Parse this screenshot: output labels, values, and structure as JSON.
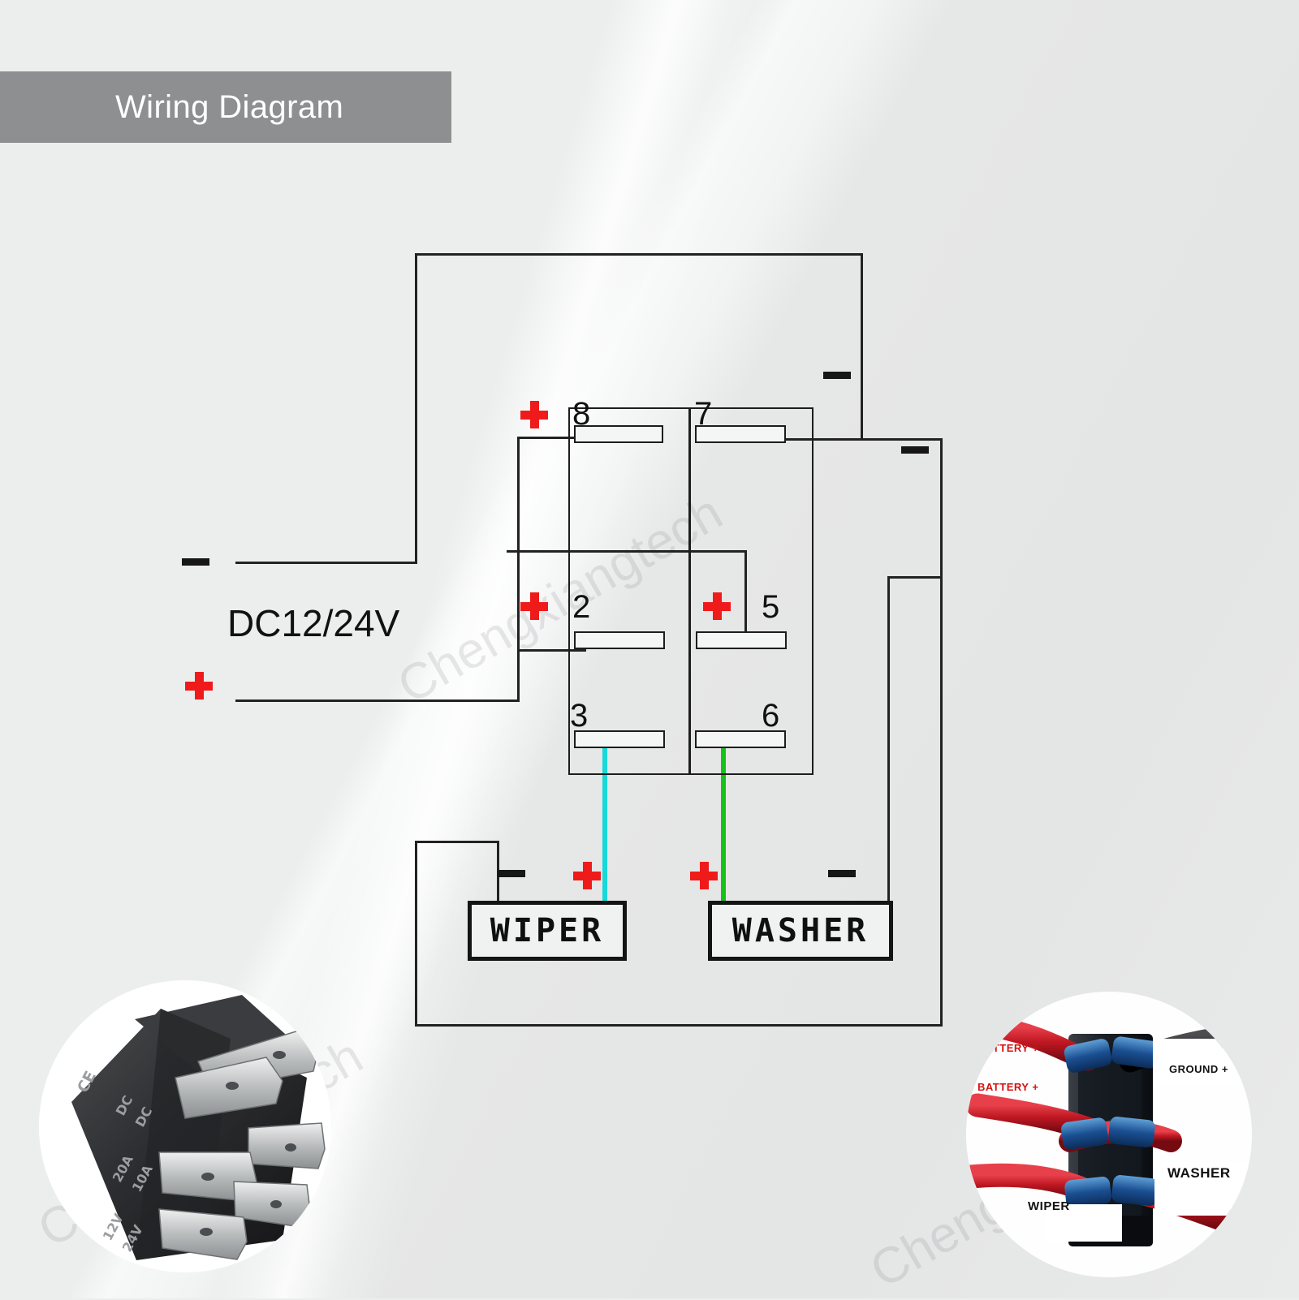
{
  "banner": {
    "title": "Wiring Diagram"
  },
  "watermarks": {
    "text": "Chengxiangtech"
  },
  "power": {
    "label": "DC12/24V",
    "negative_symbol": "−",
    "positive_symbol": "+"
  },
  "switch_block": {
    "terminals": [
      {
        "id": "8",
        "label": "8",
        "column": "left",
        "row": "top",
        "polarity": "+"
      },
      {
        "id": "7",
        "label": "7",
        "column": "right",
        "row": "top",
        "polarity": ""
      },
      {
        "id": "2",
        "label": "2",
        "column": "left",
        "row": "middle",
        "polarity": "+"
      },
      {
        "id": "5",
        "label": "5",
        "column": "right",
        "row": "middle",
        "polarity": "+"
      },
      {
        "id": "3",
        "label": "3",
        "column": "left",
        "row": "bottom",
        "polarity": ""
      },
      {
        "id": "6",
        "label": "6",
        "column": "right",
        "row": "bottom",
        "polarity": ""
      }
    ]
  },
  "loads": [
    {
      "name": "wiper",
      "label": "WIPER",
      "wire_color": "#18d8d8",
      "wire_color_name": "cyan",
      "positive": "+",
      "negative": "−",
      "source_terminal": "3"
    },
    {
      "name": "washer",
      "label": "WASHER",
      "wire_color": "#17c217",
      "wire_color_name": "green",
      "positive": "+",
      "negative": "−",
      "source_terminal": "6"
    }
  ],
  "insets": {
    "left": {
      "name": "switch-rear-terminals-photo",
      "markings": [
        "CE",
        "12V 20A DC",
        "24V 10A DC"
      ]
    },
    "right": {
      "name": "switch-wired-photo",
      "labels": [
        {
          "text": "BATTERY +",
          "color": "#d31010"
        },
        {
          "text": "BATTERY +",
          "color": "#d31010"
        },
        {
          "text": "GROUND +",
          "color": "#111111"
        },
        {
          "text": "WIPER",
          "color": "#111111"
        },
        {
          "text": "WASHER",
          "color": "#111111"
        }
      ]
    }
  },
  "colors": {
    "banner_bg": "#8d8f90",
    "wire": "#222222",
    "plus_red": "#ef1b1b",
    "minus_black": "#161616",
    "background": "#eceded"
  }
}
